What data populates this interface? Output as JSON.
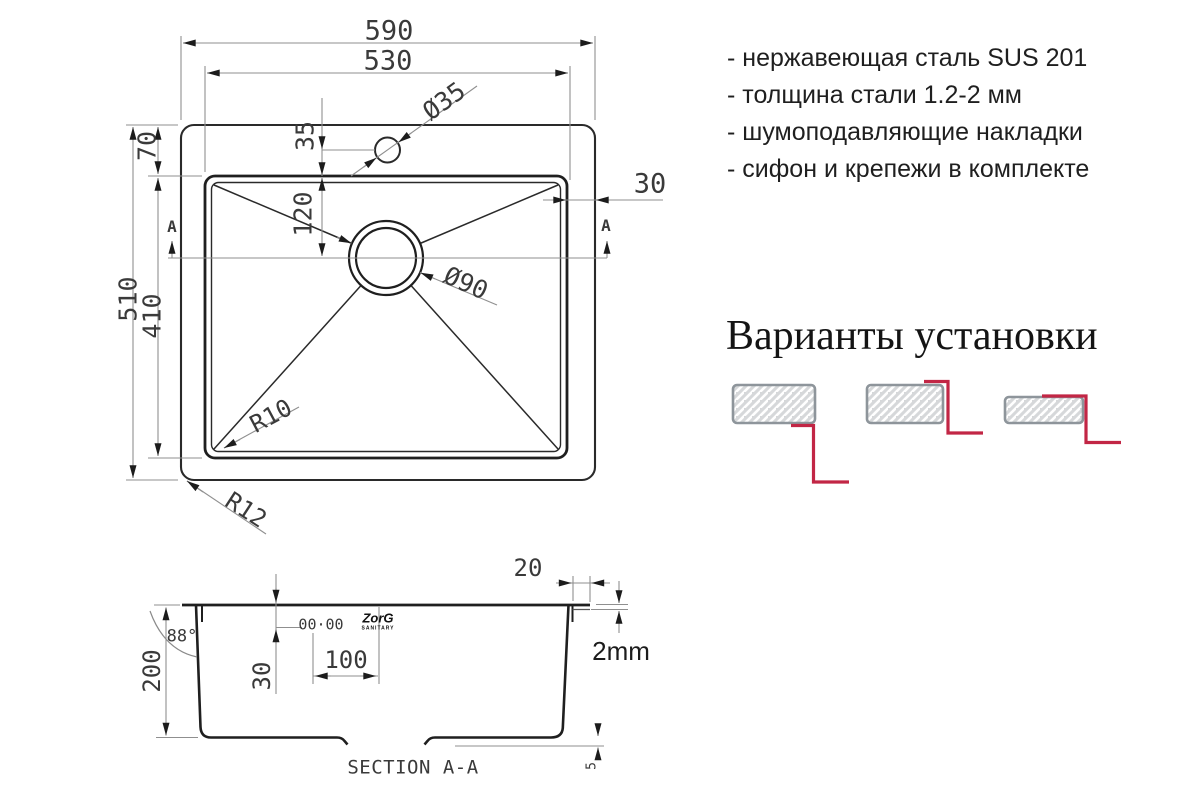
{
  "top_view": {
    "dim_outer_width": "590",
    "dim_bowl_width": "530",
    "dim_faucet_hole_diameter": "Ø35",
    "dim_faucet_offset": "35",
    "dim_top_flange": "70",
    "dim_outer_depth": "510",
    "dim_bowl_depth": "410",
    "dim_drain_offset": "120",
    "dim_drain_diameter": "Ø90",
    "dim_side_flange": "30",
    "radius_bowl_corner": "R10",
    "radius_outer_corner": "R12",
    "section_marker_left": "A",
    "section_marker_right": "A"
  },
  "section_view": {
    "dim_flange_lip": "20",
    "dim_sheet_thickness": "2mm",
    "dim_wall_angle": "88°",
    "dim_depth": "200",
    "dim_hole_offset_from_top": "30",
    "dim_hole_to_drain": "100",
    "embossed_mark": "00·00",
    "dim_bottom_recess": "5",
    "caption": "SECTION A-A",
    "logo_text": "ZorG",
    "logo_subtext": "SANITARY"
  },
  "specs": {
    "items": [
      "- нержавеющая сталь SUS 201",
      "- толщина стали 1.2-2 мм",
      "- шумоподавляющие накладки",
      "- сифон и крепежи в комплекте"
    ]
  },
  "installation": {
    "title": "Варианты установки",
    "variant_icons": [
      "undermount-icon",
      "flush-mount-icon",
      "top-mount-icon"
    ]
  },
  "colors": {
    "accent_red": "#c22645",
    "line": "#242424",
    "dim_line": "#8f8f8f",
    "hatch_fill": "#d6d8da",
    "hatch_border": "#8e959b"
  }
}
